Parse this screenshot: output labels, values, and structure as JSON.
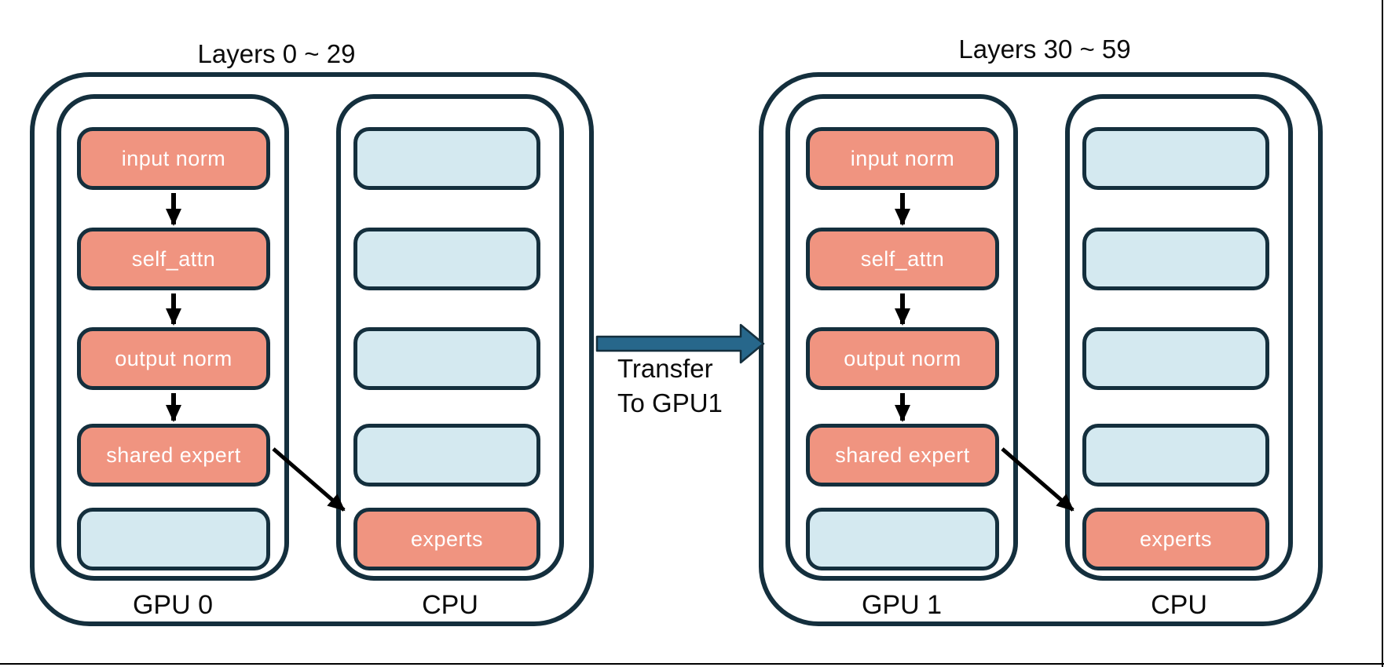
{
  "colors": {
    "outline": "#142F3D",
    "salmon": "#F09480",
    "lightblue": "#D4E9F0",
    "arrowblue": "#27678B",
    "black": "#000000"
  },
  "groups": [
    {
      "title": "Layers 0 ~ 29",
      "gpu": {
        "label": "GPU 0",
        "boxes": [
          "input norm",
          "self_attn",
          "output norm",
          "shared expert",
          ""
        ]
      },
      "cpu": {
        "label": "CPU",
        "boxes": [
          "",
          "",
          "",
          "",
          "experts"
        ]
      }
    },
    {
      "title": "Layers 30 ~ 59",
      "gpu": {
        "label": "GPU 1",
        "boxes": [
          "input norm",
          "self_attn",
          "output norm",
          "shared expert",
          ""
        ]
      },
      "cpu": {
        "label": "CPU",
        "boxes": [
          "",
          "",
          "",
          "",
          "experts"
        ]
      }
    }
  ],
  "transfer": {
    "line1": "Transfer",
    "line2": "To GPU1"
  }
}
